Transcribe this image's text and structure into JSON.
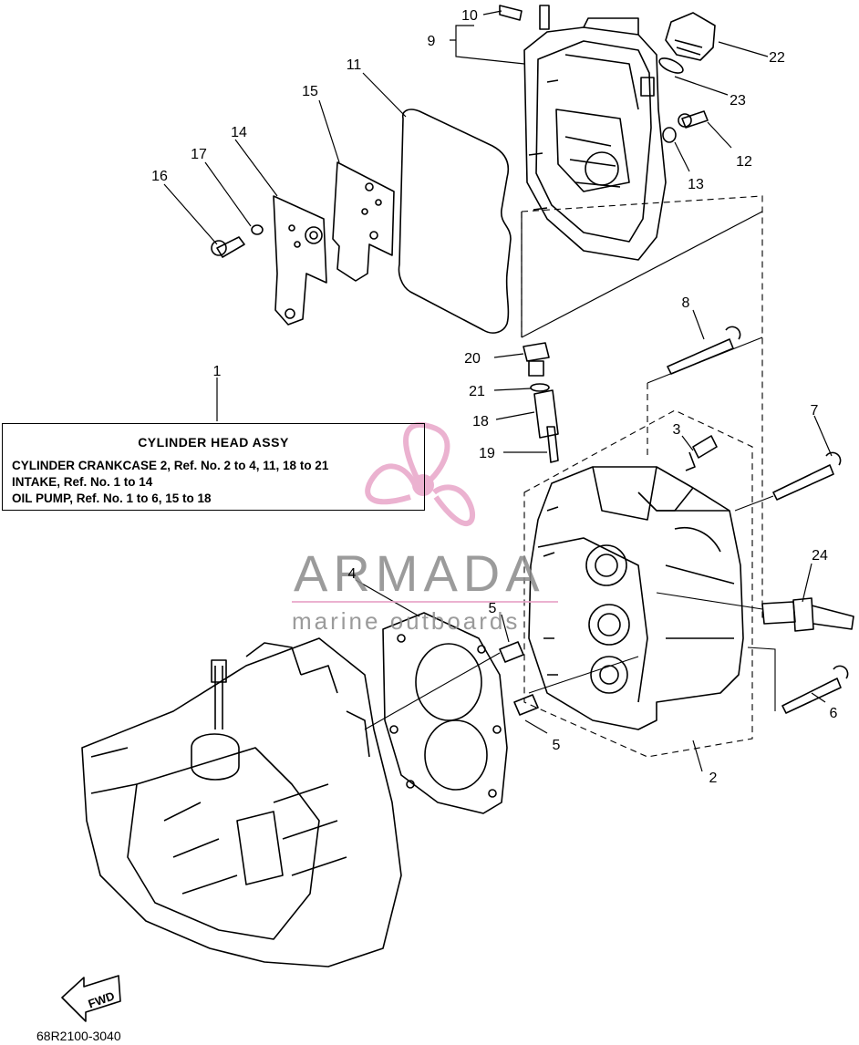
{
  "legend": {
    "title": "CYLINDER HEAD ASSY",
    "lines": [
      "CYLINDER CRANKCASE 2,  Ref. No. 2 to 4, 11, 18 to 21",
      "INTAKE,  Ref. No. 1 to 14",
      "OIL PUMP,  Ref. No. 1 to 6, 15 to 18"
    ]
  },
  "callouts": [
    "1",
    "2",
    "3",
    "4",
    "5",
    "5",
    "6",
    "7",
    "8",
    "9",
    "10",
    "11",
    "12",
    "13",
    "14",
    "15",
    "16",
    "17",
    "18",
    "19",
    "20",
    "21",
    "22",
    "23",
    "24"
  ],
  "fwd_label": "FWD",
  "drawing_code": "68R2100-3040",
  "watermark": {
    "brand": "ARMADA",
    "tagline": "marine outboards",
    "color": "#e8a5c8",
    "text_color": "#8a8a8a"
  }
}
